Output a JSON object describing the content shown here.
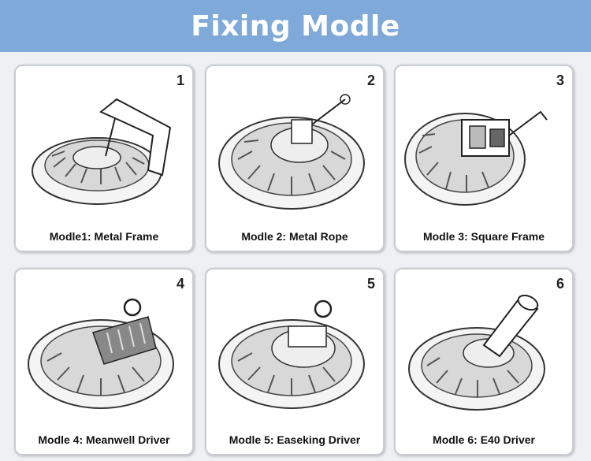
{
  "header": {
    "title": "Fixing Modle"
  },
  "cards": [
    {
      "number": "1",
      "caption": "Modle1: Metal Frame",
      "mount_icon": "metal-frame-icon"
    },
    {
      "number": "2",
      "caption": "Modle 2: Metal Rope",
      "mount_icon": "metal-rope-icon"
    },
    {
      "number": "3",
      "caption": "Modle 3: Square Frame",
      "mount_icon": "square-frame-icon"
    },
    {
      "number": "4",
      "caption": "Modle 4: Meanwell Driver",
      "mount_icon": "meanwell-driver-icon"
    },
    {
      "number": "5",
      "caption": "Modle 5: Easeking Driver",
      "mount_icon": "easeking-driver-icon"
    },
    {
      "number": "6",
      "caption": "Modle 6: E40 Driver",
      "mount_icon": "e40-driver-icon"
    }
  ],
  "colors": {
    "header_bg": "#7fa9d8",
    "header_text": "#ffffff",
    "card_bg": "#ffffff"
  }
}
